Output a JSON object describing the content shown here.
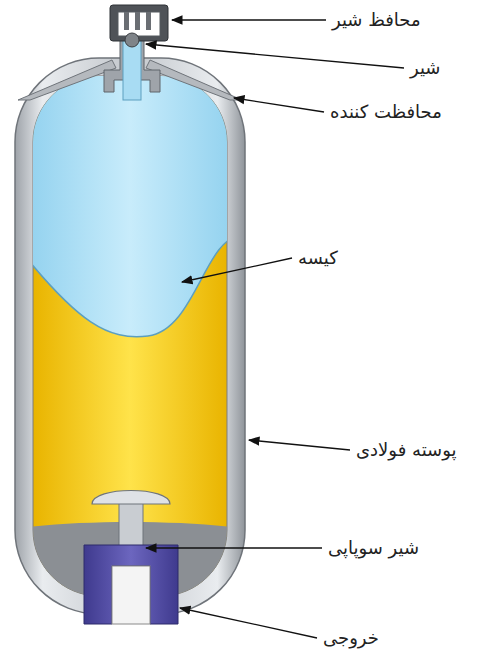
{
  "diagram": {
    "labels": [
      "محافظ شیر",
      "شیر",
      "محافظت کننده",
      "کیسه",
      "پوسته فولادی",
      "شیر سوپاپی",
      "خروجی"
    ]
  }
}
